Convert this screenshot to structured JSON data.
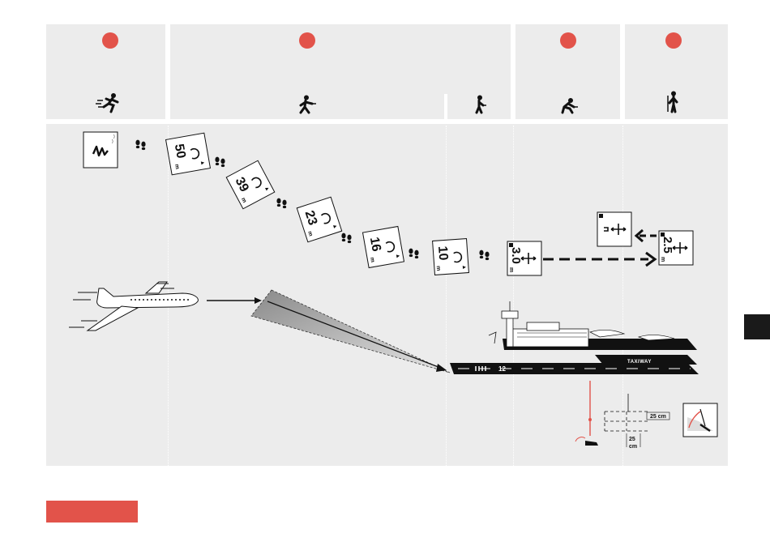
{
  "colors": {
    "accent": "#e2534a",
    "panel": "#ececec",
    "dark": "#111111"
  },
  "phases": [
    {
      "icon": "running-person-icon"
    },
    {
      "icon": "walking-person-icon"
    },
    {
      "icon": "slow-walking-person-icon"
    },
    {
      "icon": "crouching-person-icon"
    },
    {
      "icon": "standing-person-with-probe-icon"
    }
  ],
  "distance_readings": [
    {
      "value": "50",
      "unit": "m"
    },
    {
      "value": "39",
      "unit": "m"
    },
    {
      "value": "23",
      "unit": "m"
    },
    {
      "value": "16",
      "unit": "m"
    },
    {
      "value": "10",
      "unit": "m"
    },
    {
      "value": "3.0",
      "unit": "m"
    },
    {
      "value": "2.5",
      "unit": "m"
    }
  ],
  "runway": {
    "number": "12",
    "taxiway_label": "TAXIWAY"
  },
  "grid": {
    "horizontal_spacing": "25 cm",
    "vertical_spacing_value": "25",
    "vertical_spacing_unit": "cm"
  }
}
